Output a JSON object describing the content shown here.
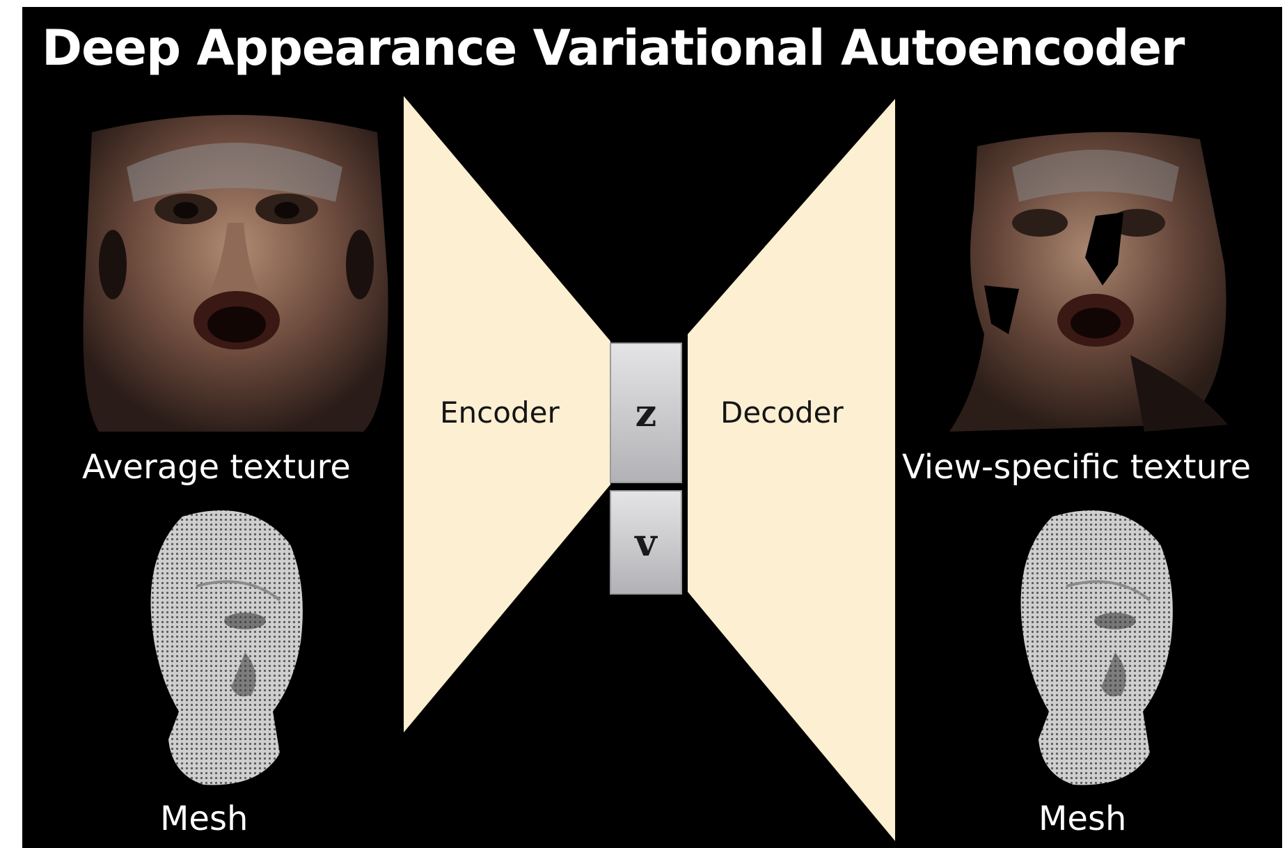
{
  "title": "Deep Appearance Variational Autoencoder",
  "labels": {
    "average_texture": "Average texture",
    "view_specific_texture": "View-specific texture",
    "mesh_left": "Mesh",
    "mesh_right": "Mesh",
    "encoder": "Encoder",
    "decoder": "Decoder",
    "latent_z": "z",
    "view_v": "v"
  },
  "colors": {
    "background": "#000000",
    "network_fill": "#fcefd2",
    "latent_box": "#c9c9cc",
    "text": "#ffffff"
  }
}
